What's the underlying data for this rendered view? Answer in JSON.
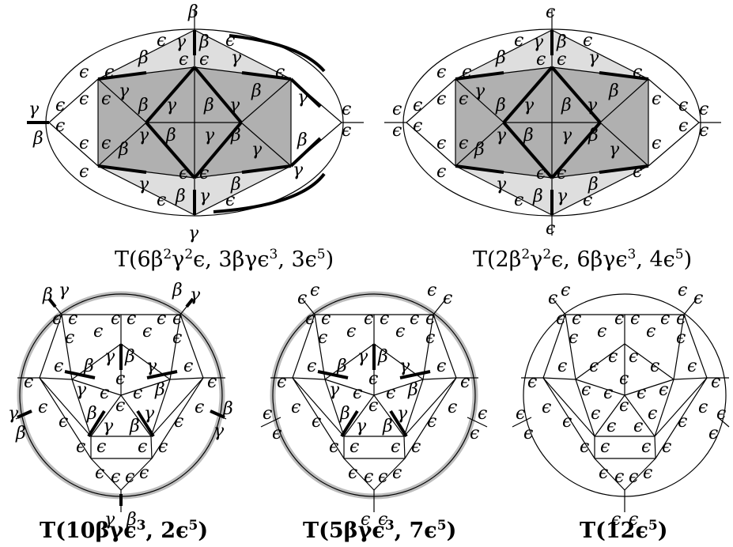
{
  "colors": {
    "light_fill": "#dedede",
    "dark_fill": "#b0b0b0",
    "ring": "#bdbdbd",
    "ink": "#000000"
  },
  "symbols": {
    "beta": "β",
    "gamma": "γ",
    "epsilon": "ϵ"
  },
  "captions": {
    "top_left": {
      "pre": "T(6β",
      "s1": "2",
      "a": "γ",
      "s2": "2",
      "b": "ϵ, 3βγϵ",
      "s3": "3",
      "c": ", 3ϵ",
      "s4": "5",
      "post": ")"
    },
    "top_right": {
      "pre": "T(2β",
      "s1": "2",
      "a": "γ",
      "s2": "2",
      "b": "ϵ, 6βγϵ",
      "s3": "3",
      "c": ", 4ϵ",
      "s4": "5",
      "post": ")"
    },
    "bottom_left": {
      "pre": "T(10βγϵ",
      "s1": "3",
      "c": ", 2ϵ",
      "s2": "5",
      "post": ")"
    },
    "bottom_middle": {
      "pre": "T(5βγϵ",
      "s1": "3",
      "c": ", 7ϵ",
      "s2": "5",
      "post": ")"
    },
    "bottom_right": {
      "pre": "T(12ϵ",
      "s1": "5",
      "post": ")"
    }
  }
}
